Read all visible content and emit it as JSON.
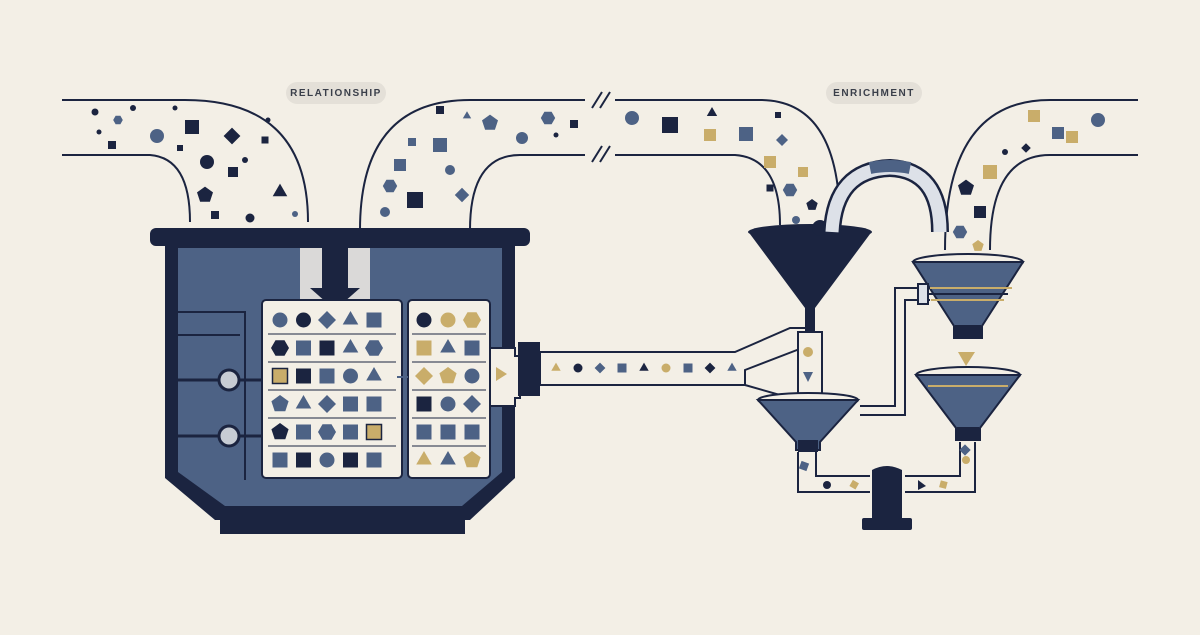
{
  "labels": {
    "relationship": "RELATIONSHIP",
    "enrichment": "ENRICHMENT"
  },
  "colors": {
    "background": "#f3efe6",
    "navy": "#1b2440",
    "slate": "#4d6285",
    "slate_dark": "#2f4166",
    "gold": "#c9ad6a",
    "grid_panel": "#f3efe6",
    "pill": "#e4e0d8"
  },
  "shape_legend": [
    "circle",
    "square",
    "triangle",
    "diamond",
    "pentagon",
    "hexagon"
  ],
  "grid_left": [
    [
      "circle:slate",
      "circle:navy",
      "diamond:slate",
      "triangle:slate",
      "square:slate"
    ],
    [
      "hexagon:navy",
      "square:slate",
      "square:navy",
      "triangle:slate",
      "hexagon:slate"
    ],
    [
      "square:gold",
      "square:navy",
      "square:slate",
      "circle:slate",
      "triangle:slate"
    ],
    [
      "pentagon:slate",
      "triangle:slate",
      "diamond:slate",
      "square:slate",
      "square:slate"
    ],
    [
      "pentagon:navy",
      "square:slate",
      "hexagon:slate",
      "square:slate",
      "square:gold"
    ],
    [
      "square:slate",
      "square:navy",
      "circle:slate",
      "square:navy",
      "square:slate"
    ]
  ],
  "grid_right": [
    [
      "circle:navy",
      "circle:gold",
      "hexagon:gold"
    ],
    [
      "square:gold",
      "triangle:slate",
      "square:slate"
    ],
    [
      "diamond:gold",
      "pentagon:gold",
      "circle:slate"
    ],
    [
      "square:navy",
      "circle:slate",
      "diamond:slate"
    ],
    [
      "square:slate",
      "square:slate",
      "square:slate"
    ],
    [
      "triangle:gold",
      "triangle:slate",
      "pentagon:gold"
    ]
  ],
  "pipe_stream": [
    "triangle:gold",
    "circle:navy",
    "diamond:slate",
    "square:slate",
    "triangle:navy",
    "circle:gold",
    "square:slate",
    "diamond:navy",
    "triangle:slate"
  ]
}
